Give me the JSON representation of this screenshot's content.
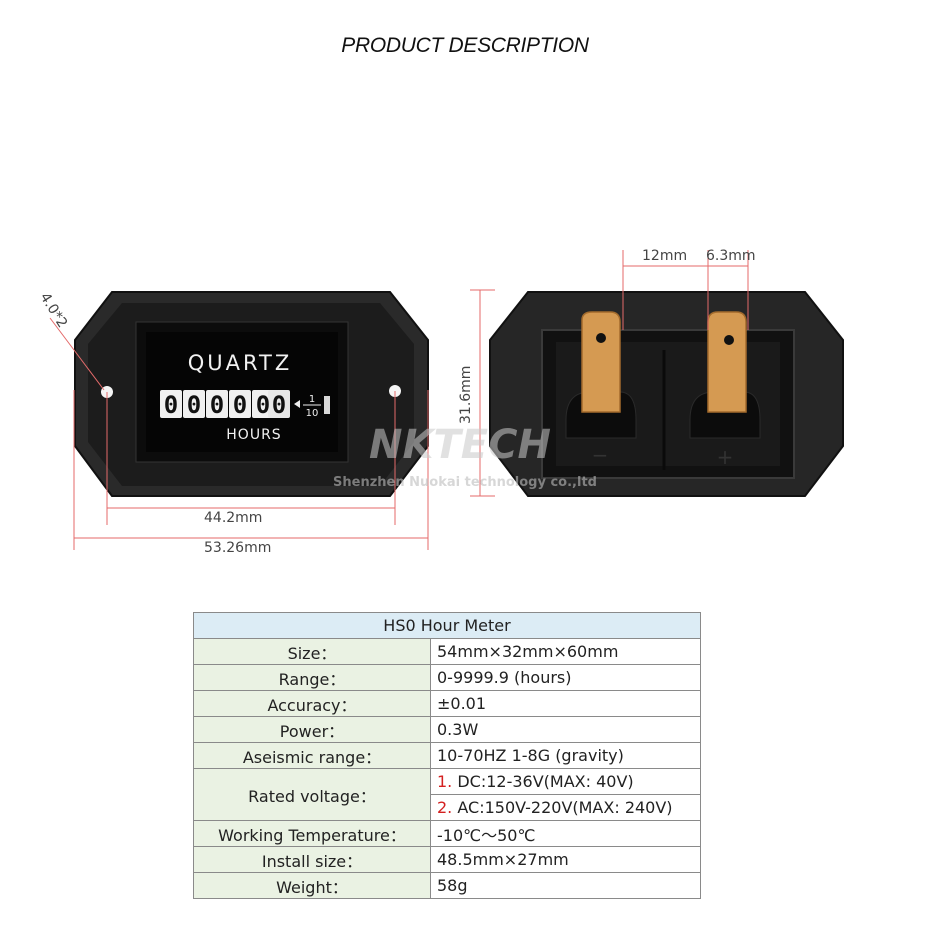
{
  "heading": "PRODUCT DESCRIPTION",
  "front_view": {
    "brand": "QUARTZ",
    "counter_digits": [
      "0",
      "0",
      "0",
      "0",
      "0"
    ],
    "counter_last_digit": "0",
    "fraction_top": "1",
    "fraction_bottom": "10",
    "unit": "HOURS",
    "hole_label": "4.0*2",
    "inner_width_label": "44.2mm",
    "outer_width_label": "53.26mm"
  },
  "back_view": {
    "height_label": "31.6mm",
    "terminal_spacing_label": "12mm",
    "terminal_width_label": "6.3mm",
    "minus_symbol": "−",
    "plus_symbol": "+"
  },
  "watermark": {
    "brand": "NKTECH",
    "company": "Shenzhen Nuokai technology co.,ltd"
  },
  "spec_table": {
    "title": "HS0 Hour Meter",
    "rows": [
      {
        "label": "Size：",
        "value": "54mm×32mm×60mm"
      },
      {
        "label": "Range：",
        "value": "0-9999.9 (hours)"
      },
      {
        "label": "Accuracy：",
        "value": "±0.01"
      },
      {
        "label": "Power：",
        "value": "0.3W"
      },
      {
        "label": "Aseismic range：",
        "value": "10-70HZ 1-8G (gravity)"
      }
    ],
    "voltage": {
      "label": "Rated voltage：",
      "items": [
        {
          "num": "1.",
          "text": " DC:12-36V(MAX: 40V)"
        },
        {
          "num": "2.",
          "text": " AC:150V-220V(MAX: 240V)"
        }
      ]
    },
    "rows_after": [
      {
        "label": "Working Temperature：",
        "value": "-10℃～50℃"
      },
      {
        "label": "Install size：",
        "value": "48.5mm×27mm"
      },
      {
        "label": "Weight：",
        "value": "58g"
      }
    ]
  }
}
